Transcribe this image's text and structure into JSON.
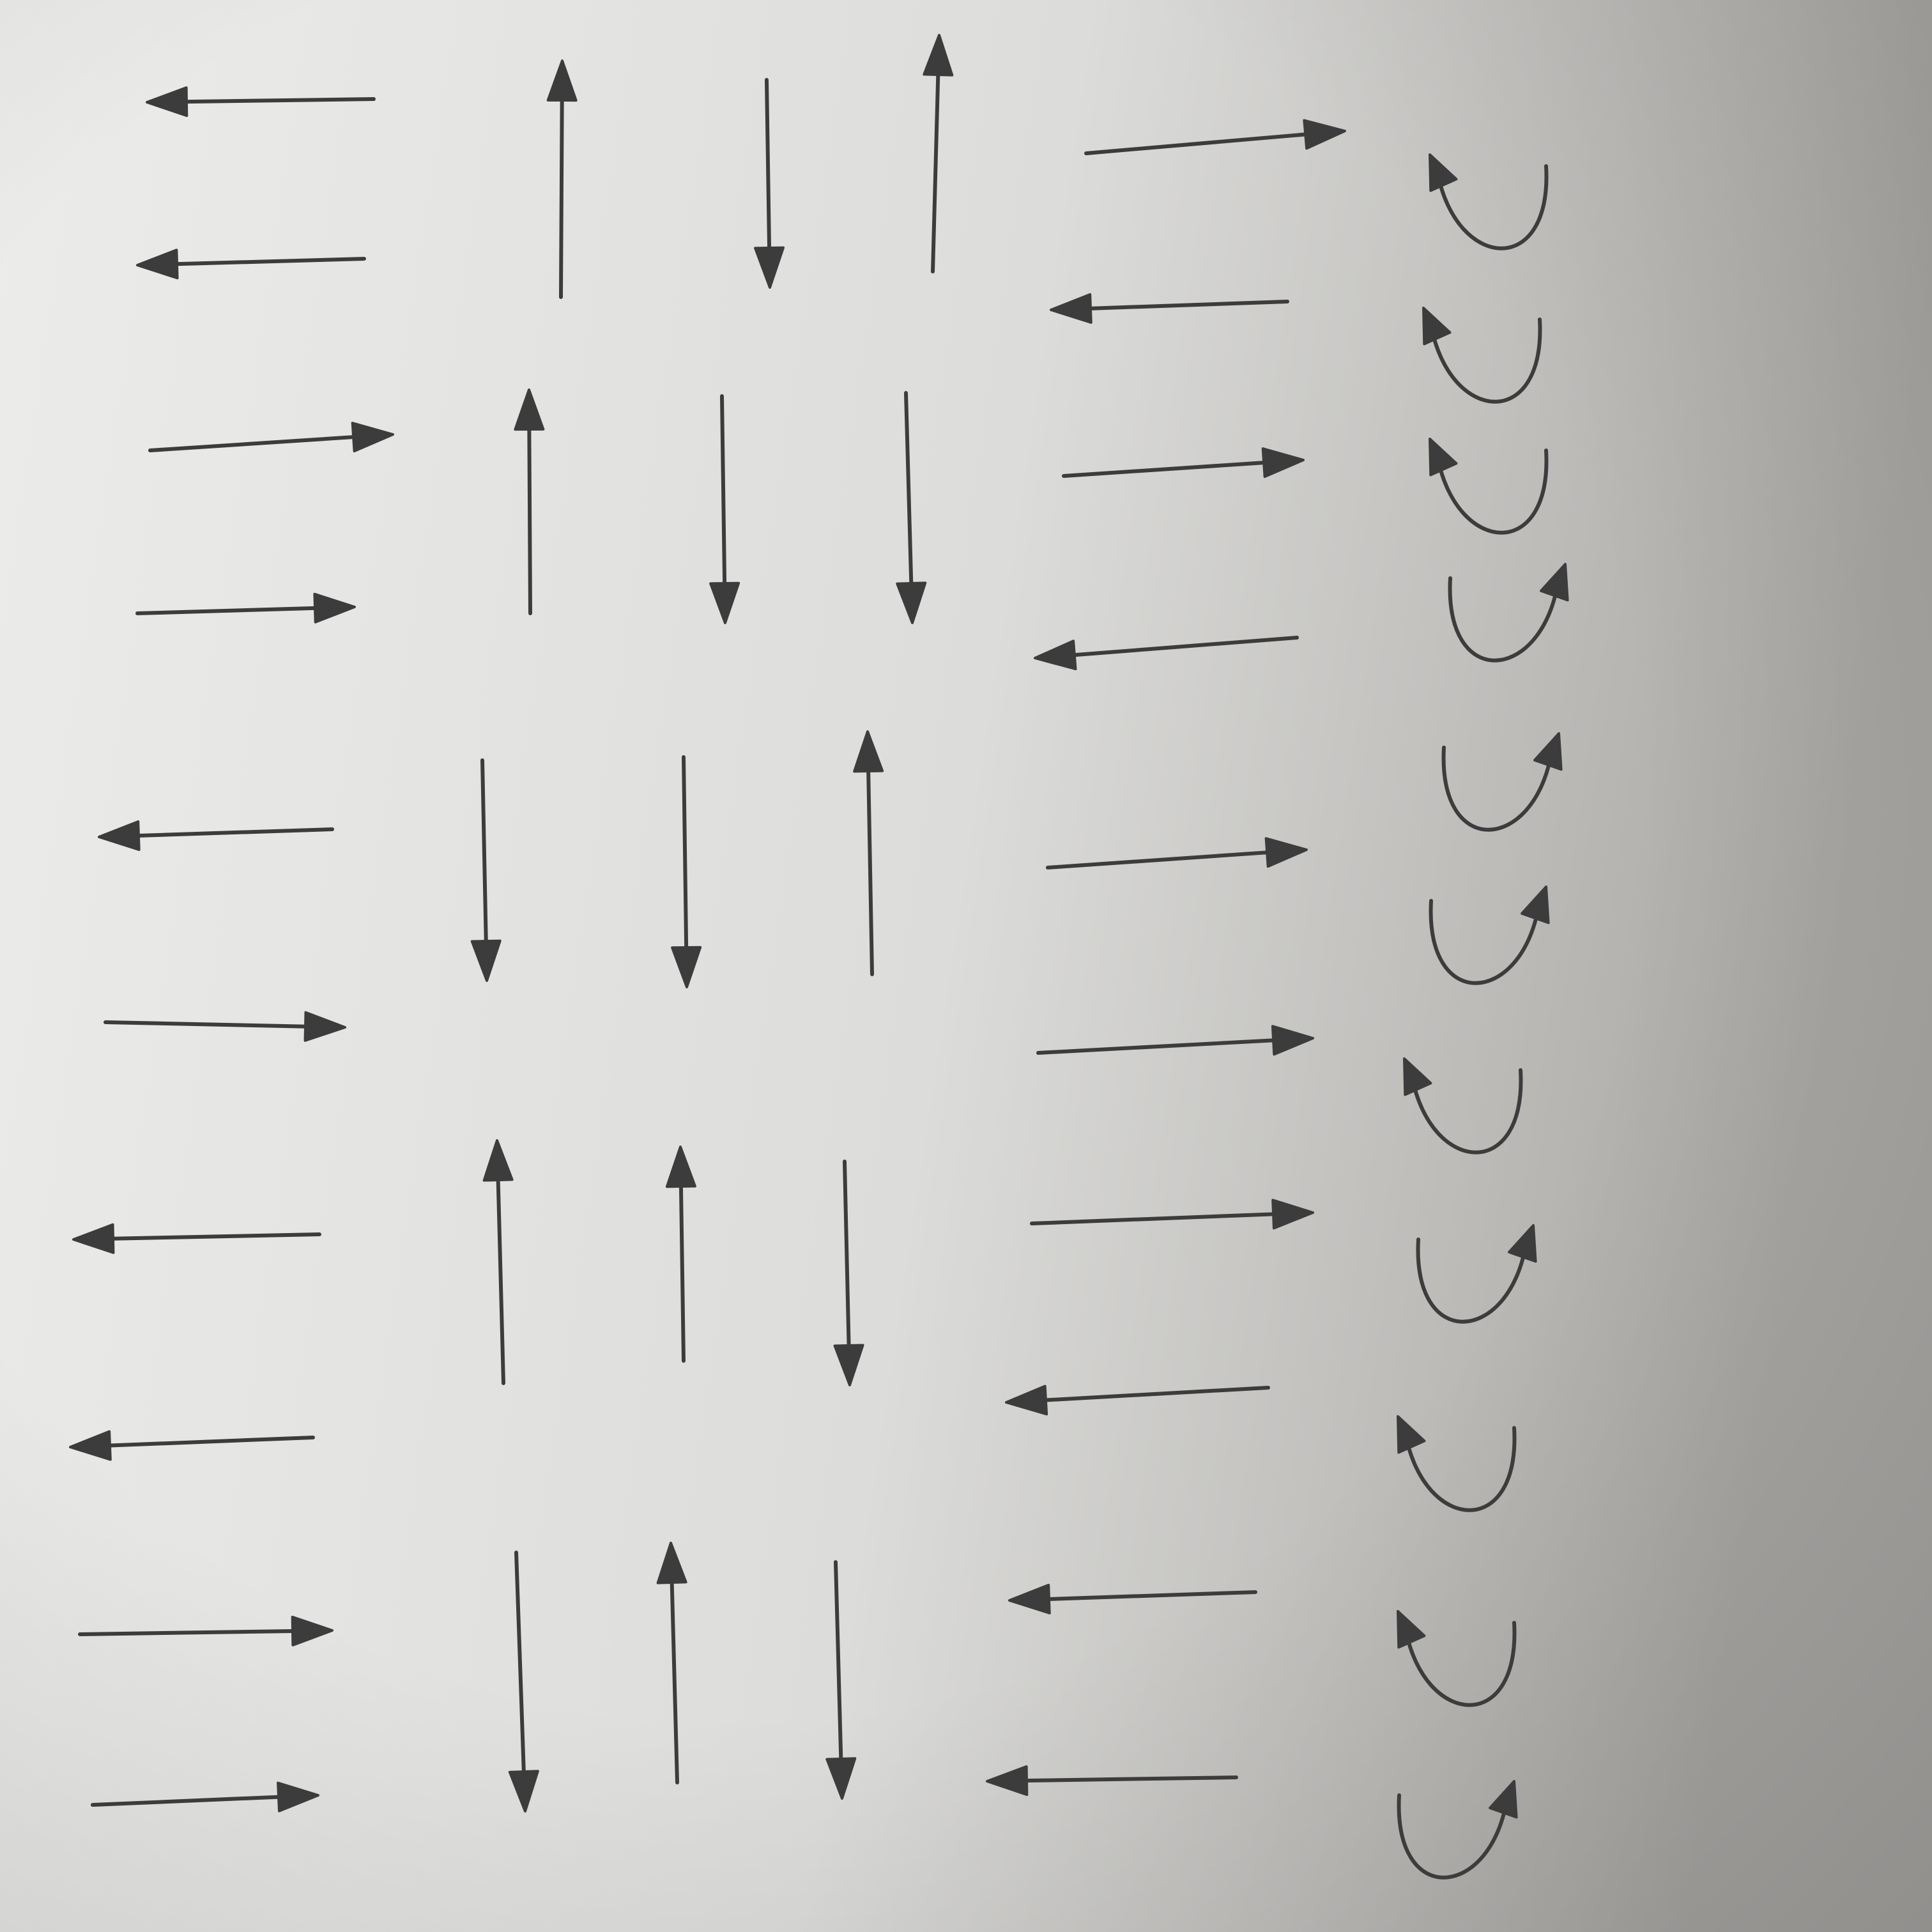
{
  "ink_color": "#3c3c3c",
  "paper": {
    "light_color": "#ececea",
    "shadow_color": "#a9a7a4"
  },
  "columns": [
    {
      "name": "horizontal-left",
      "arrows": [
        "left",
        "left",
        "right",
        "right",
        "left",
        "right",
        "left",
        "left",
        "right",
        "right"
      ]
    },
    {
      "name": "vertical-a",
      "arrows": [
        "up",
        "up",
        "down",
        "up",
        "down"
      ]
    },
    {
      "name": "vertical-b",
      "arrows": [
        "down",
        "down",
        "down",
        "up",
        "up"
      ]
    },
    {
      "name": "vertical-c",
      "arrows": [
        "up",
        "down",
        "up",
        "down",
        "down"
      ]
    },
    {
      "name": "horizontal-right",
      "arrows": [
        "right",
        "left",
        "right",
        "left",
        "right",
        "right",
        "right",
        "left",
        "left",
        "left"
      ]
    },
    {
      "name": "curved",
      "arrows": [
        "curl-left",
        "curl-left",
        "curl-left",
        "curl-right",
        "curl-right",
        "curl-right",
        "curl-left",
        "curl-right",
        "curl-left",
        "curl-left",
        "curl-right"
      ]
    }
  ]
}
